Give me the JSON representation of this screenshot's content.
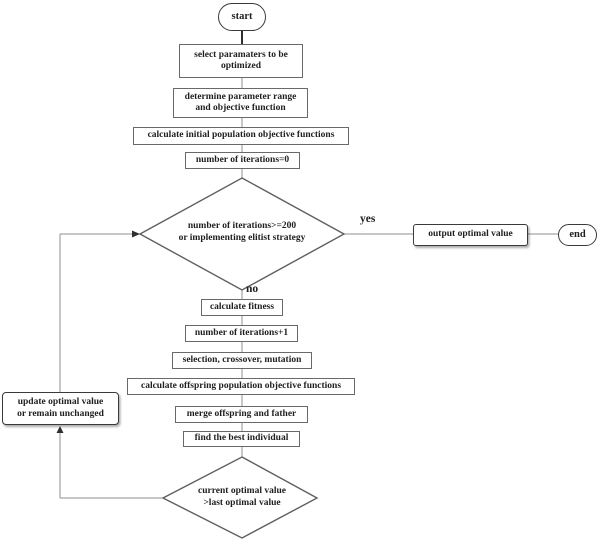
{
  "colors": {
    "background": "#ffffff",
    "box_border": "#696969",
    "strong_border": "#3a3a3a",
    "connector_line": "#8f8f8f",
    "text": "#1f1f1f"
  },
  "nodes": {
    "start": {
      "label": "start"
    },
    "select_params": {
      "line1": "select paramaters to be",
      "line2": "optimized"
    },
    "param_range": {
      "line1": "determine parameter range",
      "line2": "and objective function"
    },
    "initial_population": {
      "label": "calculate initial population objective functions"
    },
    "iterations_zero": {
      "label": "number of iterations=0"
    },
    "termination_check": {
      "line1": "number of iterations>=200",
      "line2": "or implementing elitist strategy"
    },
    "output_optimal": {
      "label": "output optimal value"
    },
    "end": {
      "label": "end"
    },
    "calculate_fitness": {
      "label": "calculate fitness"
    },
    "iterations_plus_one": {
      "label": "number of iterations+1"
    },
    "selection_crossover_mutation": {
      "label": "selection, crossover, mutation"
    },
    "offspring_population": {
      "label": "calculate offspring population objective functions"
    },
    "merge_offspring_father": {
      "label": "merge offspring and father"
    },
    "find_best_individual": {
      "label": "find the best individual"
    },
    "compare_optimal": {
      "line1": "current optimal value",
      "line2": ">last optimal value"
    },
    "update_optimal": {
      "line1": "update optimal value",
      "line2": "or remain unchanged"
    }
  },
  "edge_labels": {
    "yes": "yes",
    "no": "no"
  }
}
